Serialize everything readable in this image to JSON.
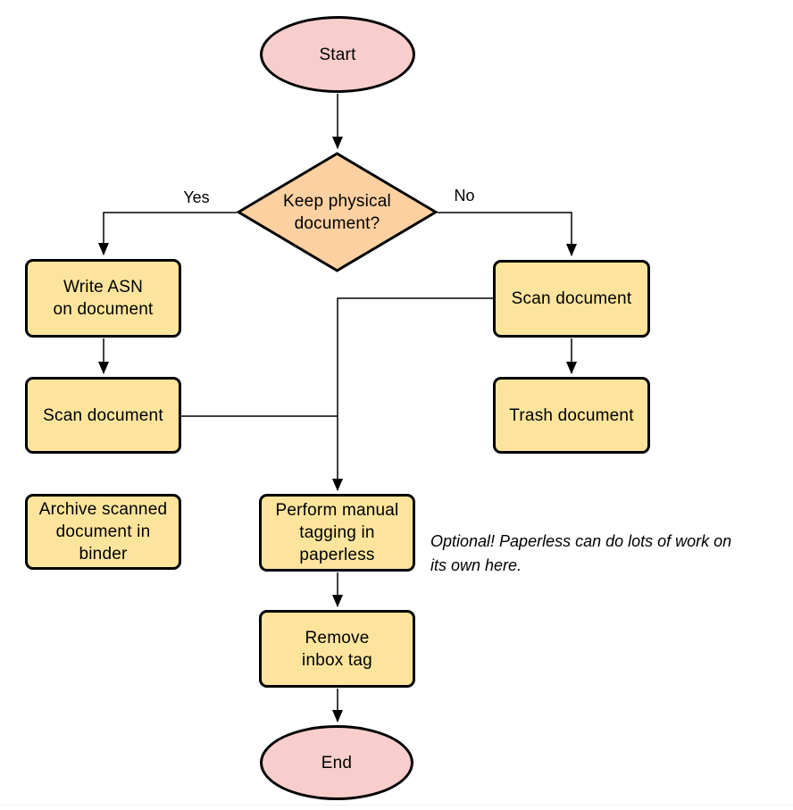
{
  "diagram": {
    "nodes": {
      "start": "Start",
      "decision": "Keep physical\ndocument?",
      "write_asn": "Write ASN\non document",
      "scan_left": "Scan document",
      "archive": "Archive scanned\ndocument in\nbinder",
      "scan_right": "Scan document",
      "trash": "Trash document",
      "tagging": "Perform manual\ntagging in\npaperless",
      "remove_inbox": "Remove\ninbox tag",
      "end": "End"
    },
    "edge_labels": {
      "yes": "Yes",
      "no": "No"
    },
    "note": "Optional! Paperless can do lots of work on\nits own here.",
    "colors": {
      "terminator_fill": "#F8CECC",
      "decision_fill": "#FCD0A0",
      "process_fill": "#FDE49C",
      "stroke": "#000000"
    }
  }
}
